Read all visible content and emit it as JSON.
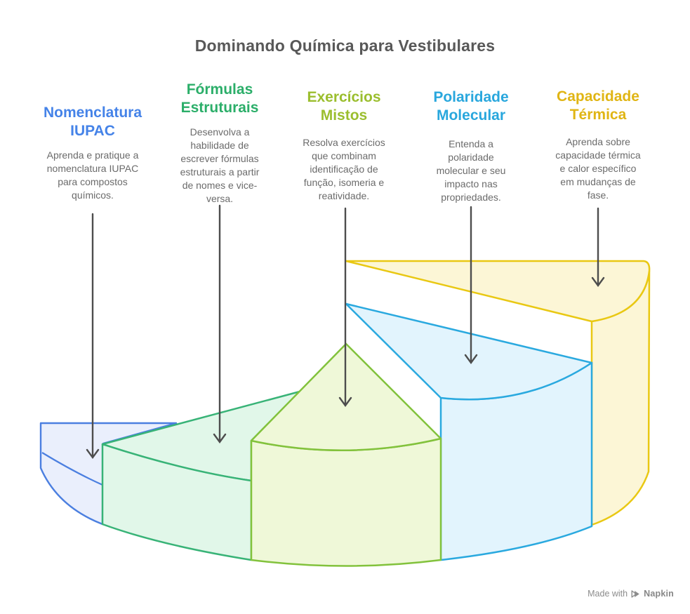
{
  "title": "Dominando Química para Vestibulares",
  "title_color": "#585858",
  "sections": [
    {
      "title": "Nomenclatura\nIUPAC",
      "description": "Aprenda e pratique a\nnomenclatura IUPAC\npara compostos\nquímicos.",
      "accent": "#4583E8",
      "slice_fill": "#EAEFFC",
      "slice_stroke": "#4B7FE0"
    },
    {
      "title": "Fórmulas\nEstruturais",
      "description": "Desenvolva a\nhabilidade de\nescrever fórmulas\nestruturais a partir\nde nomes e vice-\nversa.",
      "accent": "#2BAE69",
      "slice_fill": "#E1F7E9",
      "slice_stroke": "#38B377"
    },
    {
      "title": "Exercícios\nMistos",
      "description": "Resolva exercícios\nque combinam\nidentificação de\nfunção, isomeria e\nreatividade.",
      "accent": "#9BBE2E",
      "slice_fill": "#EFF8D8",
      "slice_stroke": "#82C23C"
    },
    {
      "title": "Polaridade\nMolecular",
      "description": "Entenda a\npolaridade\nmolecular e seu\nimpacto nas\npropriedades.",
      "accent": "#29A7DD",
      "slice_fill": "#E2F4FD",
      "slice_stroke": "#2AA9DF"
    },
    {
      "title": "Capacidade\nTérmica",
      "description": "Aprenda sobre\ncapacidade térmica\ne calor específico\nem mudanças de\nfase.",
      "accent": "#E0B514",
      "slice_fill": "#FCF6D6",
      "slice_stroke": "#E9C813"
    }
  ],
  "arrows": {
    "color": "#4D4D4D"
  },
  "watermark": {
    "prefix": "Made with",
    "brand": "Napkin"
  }
}
